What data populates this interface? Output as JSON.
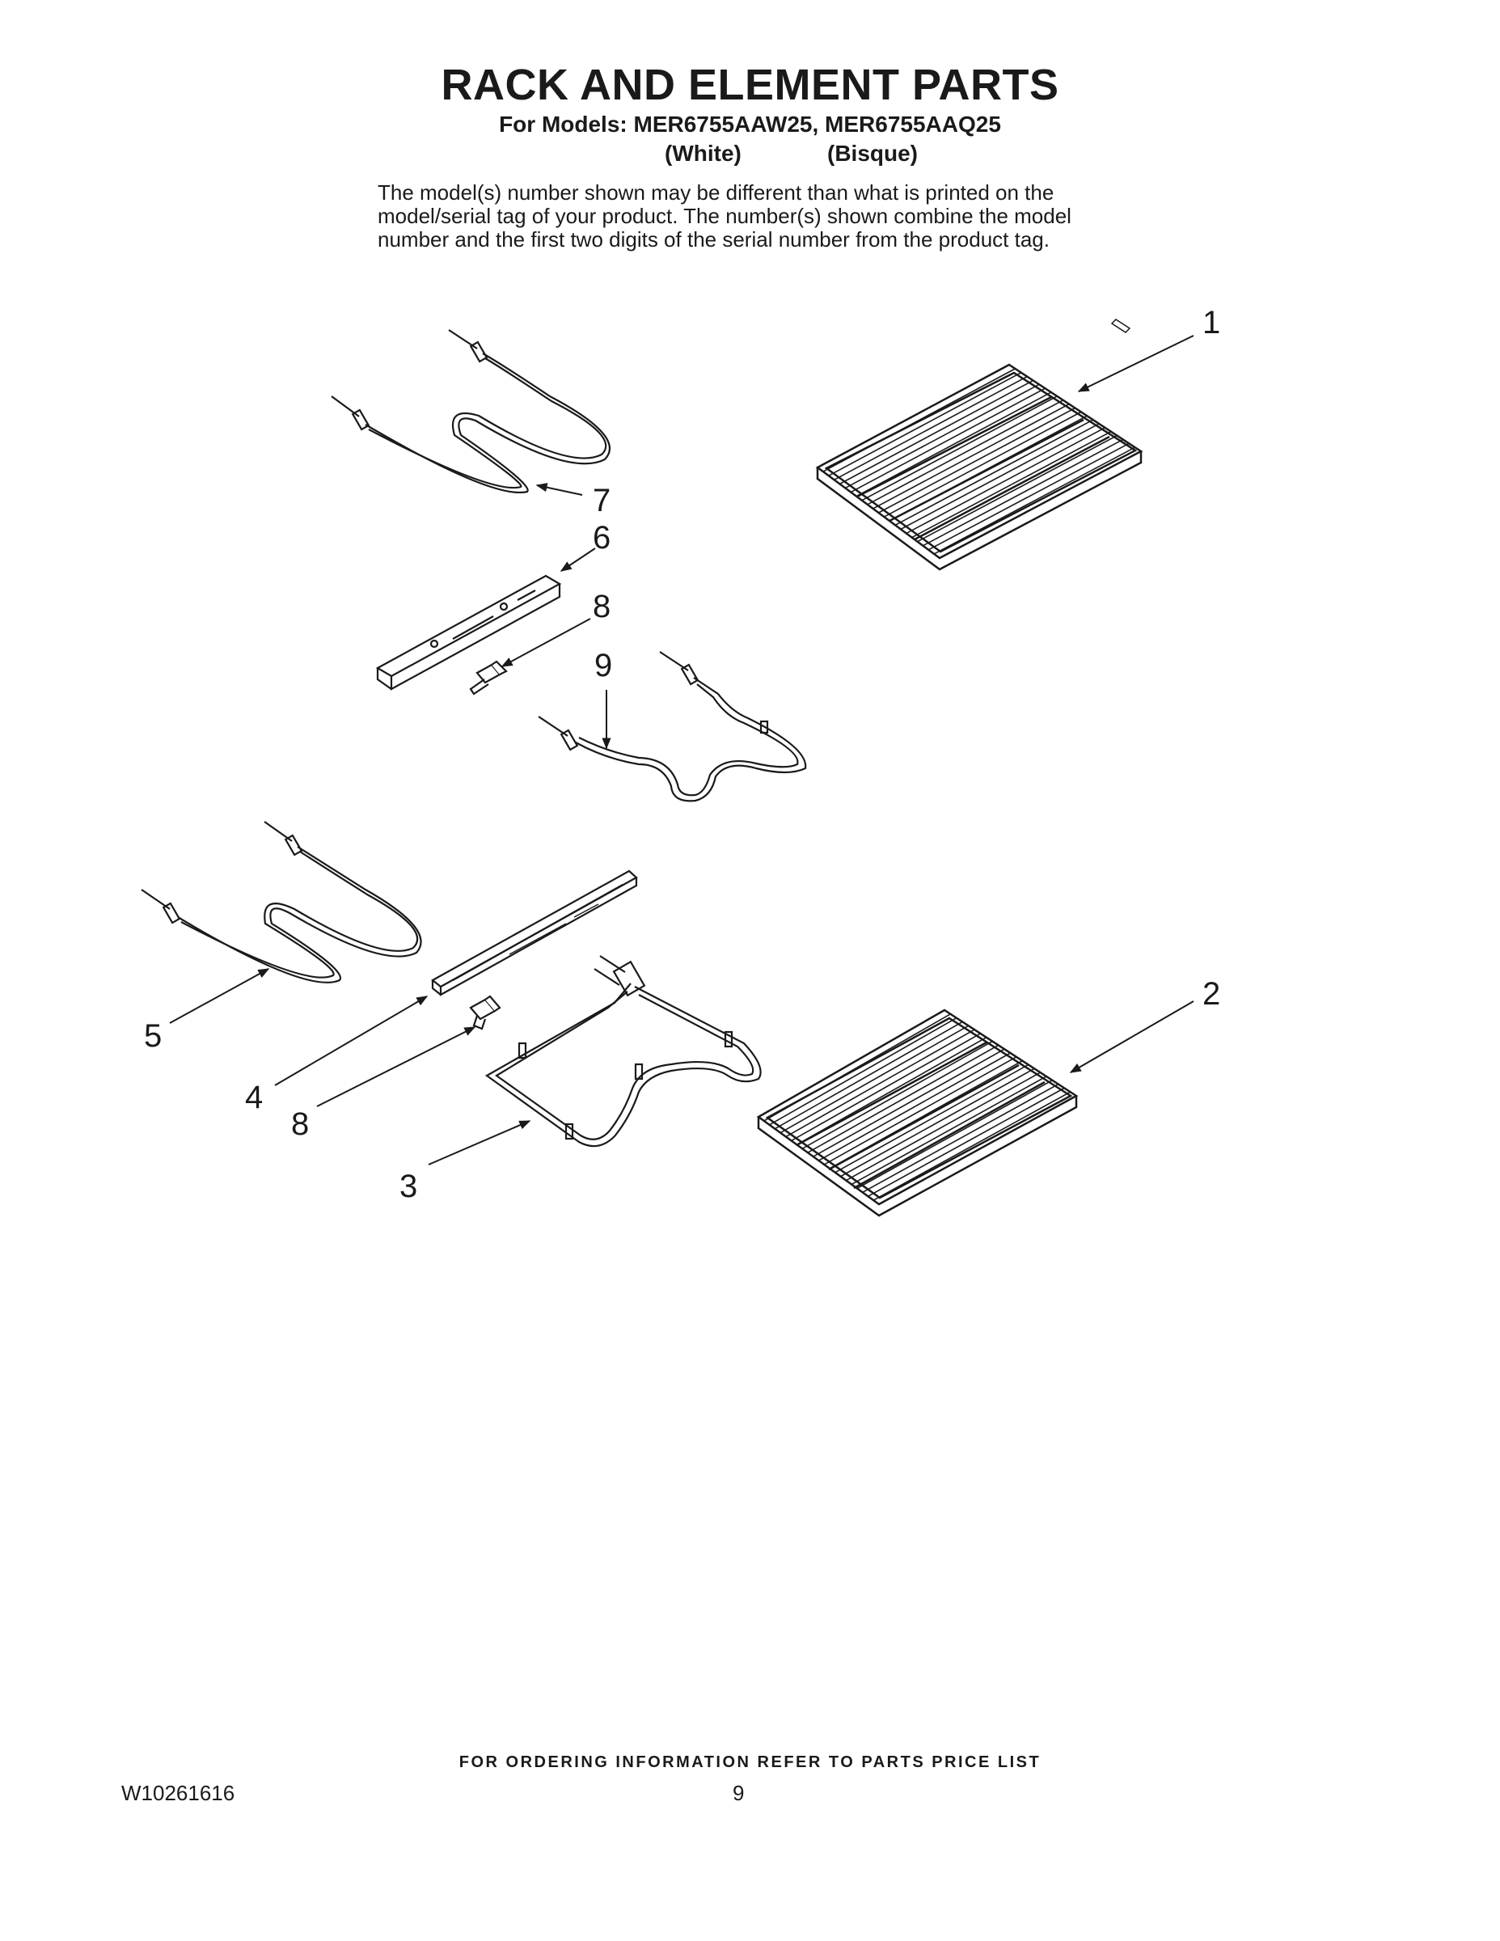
{
  "header": {
    "title": "RACK AND ELEMENT PARTS",
    "models_line": "For Models: MER6755AAW25, MER6755AAQ25",
    "color_white": "(White)",
    "color_bisque": "(Bisque)"
  },
  "notice": {
    "lines": [
      "The model(s) number shown may be different than what is printed on the",
      "model/serial tag of your product. The number(s) shown combine the model",
      "number and the first two digits of the serial number from the product tag."
    ]
  },
  "callouts": [
    "1",
    "2",
    "3",
    "4",
    "5",
    "6",
    "7",
    "8",
    "8",
    "9"
  ],
  "footer": {
    "ordering": "FOR ORDERING INFORMATION REFER TO PARTS PRICE LIST",
    "doc_number": "W10261616",
    "page_number": "9"
  },
  "colors": {
    "ink": "#1a1a1a",
    "background": "#ffffff"
  }
}
